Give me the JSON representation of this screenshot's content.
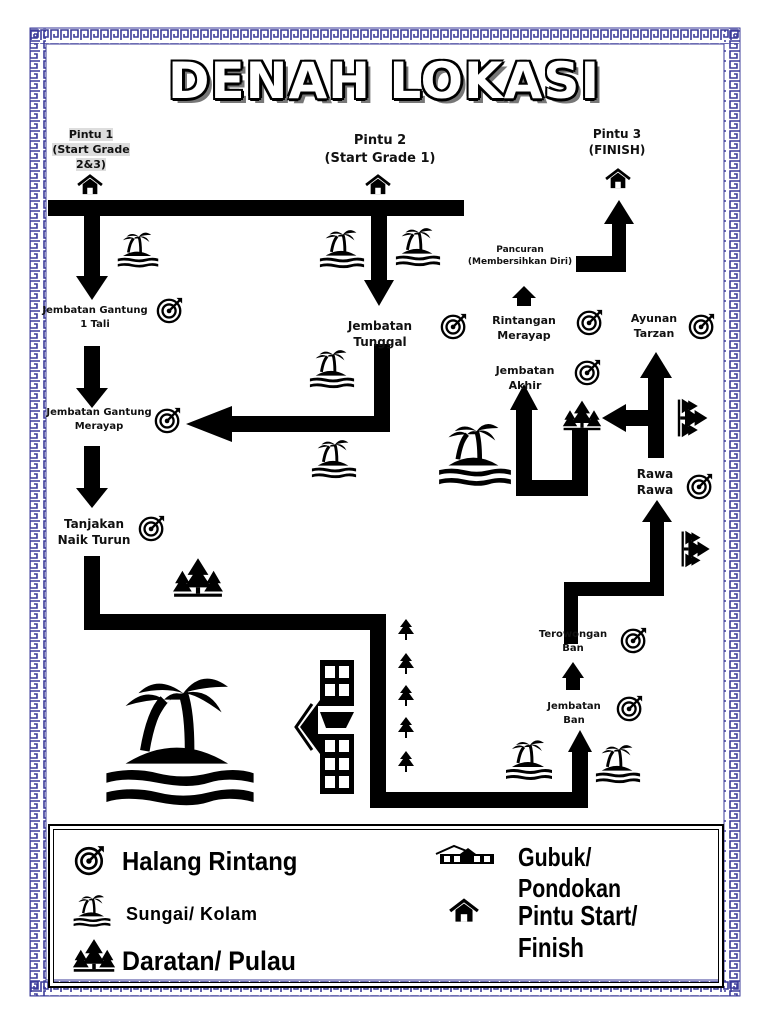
{
  "title": "DENAH LOKASI",
  "gates": {
    "gate1": {
      "label": "Pintu 1",
      "sub1": "(Start Grade",
      "sub2": "2&3)"
    },
    "gate2": {
      "label": "Pintu 2",
      "sub": "(Start Grade 1)"
    },
    "gate3": {
      "label": "Pintu 3",
      "sub": "(FINISH)"
    }
  },
  "stations": {
    "jembatan_gantung_1": {
      "line1": "Jembatan Gantung",
      "line2": "1 Tali"
    },
    "jembatan_gantung_merayap": {
      "line1": "Jembatan Gantung",
      "line2": "Merayap"
    },
    "tanjakan": {
      "line1": "Tanjakan",
      "line2": "Naik Turun"
    },
    "jembatan_tunggal": "Jembatan Tunggal",
    "pancuran": {
      "line1": "Pancuran",
      "line2": "(Membersihkan Diri)"
    },
    "rintangan_merayap": "Rintangan Merayap",
    "ayunan_tarzan": {
      "line1": "Ayunan",
      "line2": "Tarzan"
    },
    "jembatan_akhir": "Jembatan Akhir",
    "rawa_rawa": {
      "line1": "Rawa",
      "line2": "Rawa"
    },
    "terowongan_ban": {
      "line1": "Terowongan",
      "line2": "Ban"
    },
    "jembatan_ban": {
      "line1": "Jembatan",
      "line2": "Ban"
    }
  },
  "legend": {
    "obstacle": "Halang Rintang",
    "hut": "Gubuk/ Pondokan",
    "river": "Sungai/ Kolam",
    "gate": "Pintu Start/ Finish",
    "land": "Daratan/ Pulau"
  },
  "icons": {
    "obstacle": "target-icon",
    "hut": "hut-icon",
    "river": "island-river-icon",
    "gate": "house-icon",
    "land": "pine-trees-icon"
  },
  "colors": {
    "frame": "#3b3b9a",
    "path": "#000000"
  }
}
